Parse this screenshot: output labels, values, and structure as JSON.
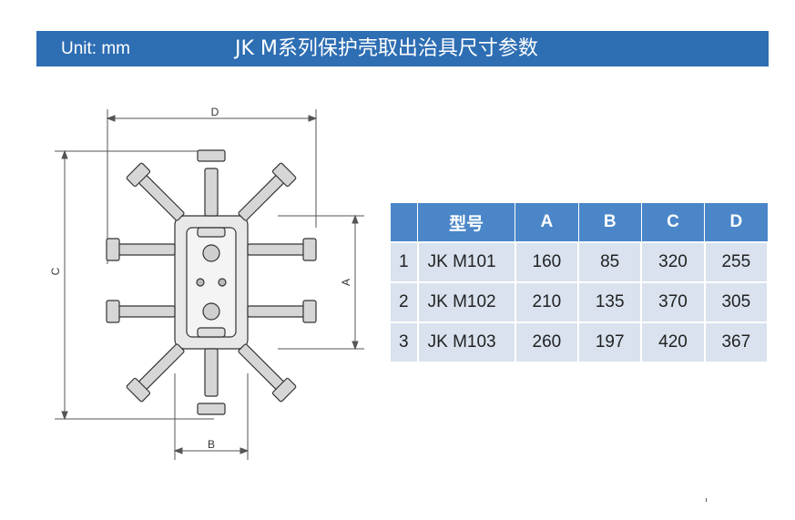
{
  "header": {
    "unit": "Unit: mm",
    "title": "JK M系列保护壳取出治具尺寸参数"
  },
  "drawing": {
    "dims": {
      "d": "D",
      "c": "C",
      "a": "A",
      "b": "B"
    }
  },
  "table": {
    "headers": [
      "",
      "型号",
      "A",
      "B",
      "C",
      "D"
    ],
    "rows": [
      [
        "1",
        "JK M101",
        "160",
        "85",
        "320",
        "255"
      ],
      [
        "2",
        "JK M102",
        "210",
        "135",
        "370",
        "305"
      ],
      [
        "3",
        "JK M103",
        "260",
        "197",
        "420",
        "367"
      ]
    ]
  },
  "colors": {
    "header_bg": "#2e6eb3",
    "table_header": "#4a86c8",
    "table_cell": "#d9e2ee"
  }
}
